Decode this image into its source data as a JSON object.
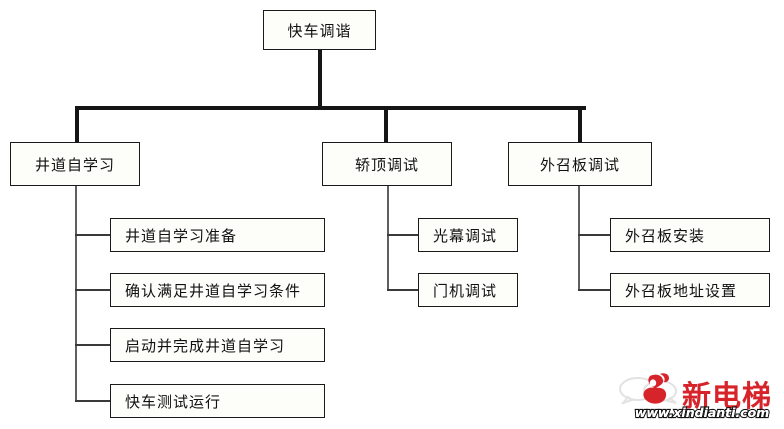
{
  "diagram": {
    "type": "tree-hierarchy",
    "title": "快车调谐",
    "root": {
      "label": "快车调谐"
    },
    "branches": [
      {
        "label": "井道自学习",
        "children": [
          {
            "label": "井道自学习准备"
          },
          {
            "label": "确认满足井道自学习条件"
          },
          {
            "label": "启动并完成井道自学习"
          },
          {
            "label": "快车测试运行"
          }
        ]
      },
      {
        "label": "轿顶调试",
        "children": [
          {
            "label": "光幕调试"
          },
          {
            "label": "门机调试"
          }
        ]
      },
      {
        "label": "外召板调试",
        "children": [
          {
            "label": "外召板安装"
          },
          {
            "label": "外召板地址设置"
          }
        ]
      }
    ]
  },
  "watermark": {
    "brand_cn": "新电梯",
    "url": "www.xindianti.com",
    "brand_color": "#d7232a",
    "url_outline_color": "#111111",
    "bubble_color": "#e8e8e8"
  },
  "style": {
    "background": "#ffffff",
    "box_fill": "#fdfdfa",
    "box_border": "#1a1a1a",
    "connector_color": "#151515",
    "spine_color": "#5f5f5f",
    "text_color": "#111111"
  }
}
